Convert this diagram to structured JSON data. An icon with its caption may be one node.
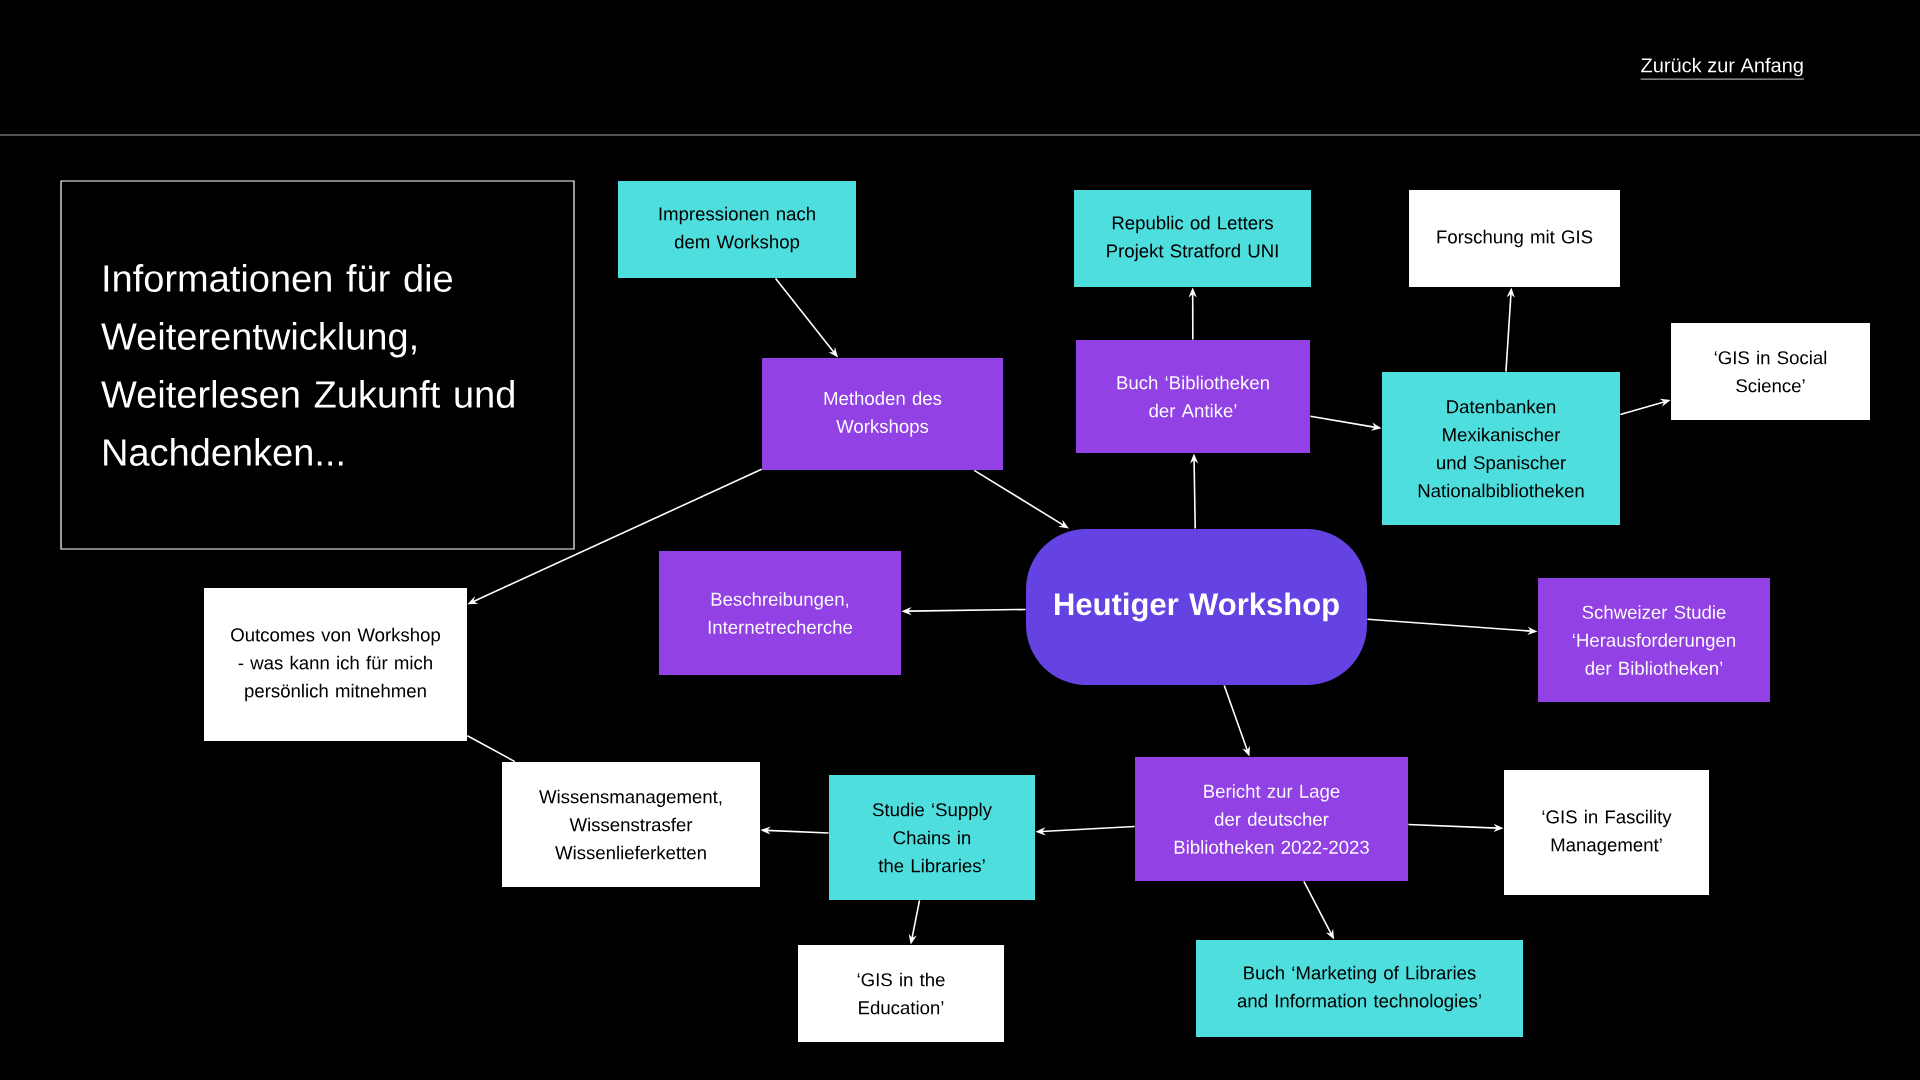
{
  "diagram": {
    "nodes": [
      {
        "text": [
          "Informationen für die Weiterentwicklung, Weiterlesen Zukunft und Nachdenken..."
        ]
      },
      {
        "text": [
          "Impressionen nach dem Workshop"
        ]
      },
      {
        "text": [
          "Republic od Letters Projekt Stratford UNI"
        ]
      },
      {
        "text": [
          "Forschung mit GIS"
        ]
      },
      {
        "text": [
          "Methoden des Workshops"
        ]
      },
      {
        "text": [
          "Buch ‘Bibliotheken der Antike’"
        ]
      },
      {
        "text": [
          "‘GIS in Social Science’"
        ]
      },
      {
        "text": [
          "Datenbanken Mexikanischer und Spanischer Nationalbibliotheken"
        ]
      },
      {
        "text": [
          "Beschreibungen, Internetrecherche"
        ]
      },
      {
        "text": [
          "Heutiger Workshop"
        ]
      },
      {
        "text": [
          "Outcomes von Workshop - was kann ich für mich persönlich mitnehmen"
        ]
      },
      {
        "text": [
          "Schweizer Studie ‘Herausforderungen der Bibliotheken’"
        ]
      },
      {
        "text": [
          "Wissensmanagement, Wissenstrasfer Wissenlieferketten"
        ]
      },
      {
        "text": [
          "Studie ‘Supply Chains in the Libraries’"
        ]
      },
      {
        "text": [
          "Bericht zur Lage der deutscher Bibliotheken 2022-2023"
        ]
      },
      {
        "text": [
          "‘GIS in Fascility Management’"
        ]
      },
      {
        "text": [
          "‘GIS in the Education’"
        ]
      },
      {
        "text": [
          "Buch ‘Marketing of Libraries and Information technologies’"
        ]
      }
    ],
    "edges": [
      {
        "from": 1,
        "to": 4,
        "arrow": "to"
      },
      {
        "from": 4,
        "to": 10,
        "arrow": "to"
      },
      {
        "from": 4,
        "to": 9,
        "arrow": "to"
      },
      {
        "from": 9,
        "to": 8,
        "arrow": "to"
      },
      {
        "from": 9,
        "to": 5,
        "arrow": "to"
      },
      {
        "from": 5,
        "to": 2,
        "arrow": "to"
      },
      {
        "from": 5,
        "to": 7,
        "arrow": "to"
      },
      {
        "from": 7,
        "to": 3,
        "arrow": "to"
      },
      {
        "from": 7,
        "to": 6,
        "arrow": "to"
      },
      {
        "from": 9,
        "to": 11,
        "arrow": "to"
      },
      {
        "from": 9,
        "to": 14,
        "arrow": "to"
      },
      {
        "from": 10,
        "to": 12,
        "arrow": "none"
      },
      {
        "from": 14,
        "to": 13,
        "arrow": "to"
      },
      {
        "from": 14,
        "to": 15,
        "arrow": "to"
      },
      {
        "from": 14,
        "to": 17,
        "arrow": "to"
      },
      {
        "from": 13,
        "to": 12,
        "arrow": "to"
      },
      {
        "from": 13,
        "to": 16,
        "arrow": "to"
      }
    ],
    "labels": [
      "Zurück zur Anfang"
    ]
  }
}
